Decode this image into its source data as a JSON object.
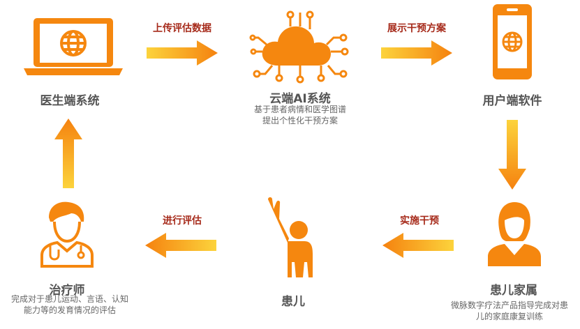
{
  "colors": {
    "icon_orange": "#f5870f",
    "arrow_light": "#fbd03c",
    "arrow_dark": "#f5820f",
    "edge_label": "#a62a1a",
    "title_gray": "#555555"
  },
  "nodes": {
    "doctor_system": {
      "title": "医生端系统",
      "icon": "laptop-globe-icon"
    },
    "cloud_ai": {
      "title": "云端AI系统",
      "desc_lines": [
        "基于患者病情和医学图谱",
        "提出个性化干预方案"
      ],
      "icon": "cloud-circuit-icon"
    },
    "user_software": {
      "title": "用户端软件",
      "icon": "phone-globe-icon"
    },
    "therapist": {
      "title": "治疗师",
      "desc_lines": [
        "完成对于患儿运动、言语、认知",
        "能力等的发育情况的评估"
      ],
      "icon": "doctor-icon"
    },
    "child": {
      "title": "患儿",
      "icon": "child-raising-hand-icon"
    },
    "family": {
      "title": "患儿家属",
      "desc_lines": [
        "微脉数字疗法产品指导完成对患",
        "儿的家庭康复训练"
      ],
      "icon": "woman-icon"
    }
  },
  "edges": {
    "upload": {
      "label": "上传评估数据",
      "direction": "right"
    },
    "show_plan": {
      "label": "展示干预方案",
      "direction": "right"
    },
    "to_family": {
      "label": "",
      "direction": "down"
    },
    "implement": {
      "label": "实施干预",
      "direction": "left"
    },
    "evaluate": {
      "label": "进行评估",
      "direction": "left"
    },
    "to_doctor": {
      "label": "",
      "direction": "up"
    }
  }
}
